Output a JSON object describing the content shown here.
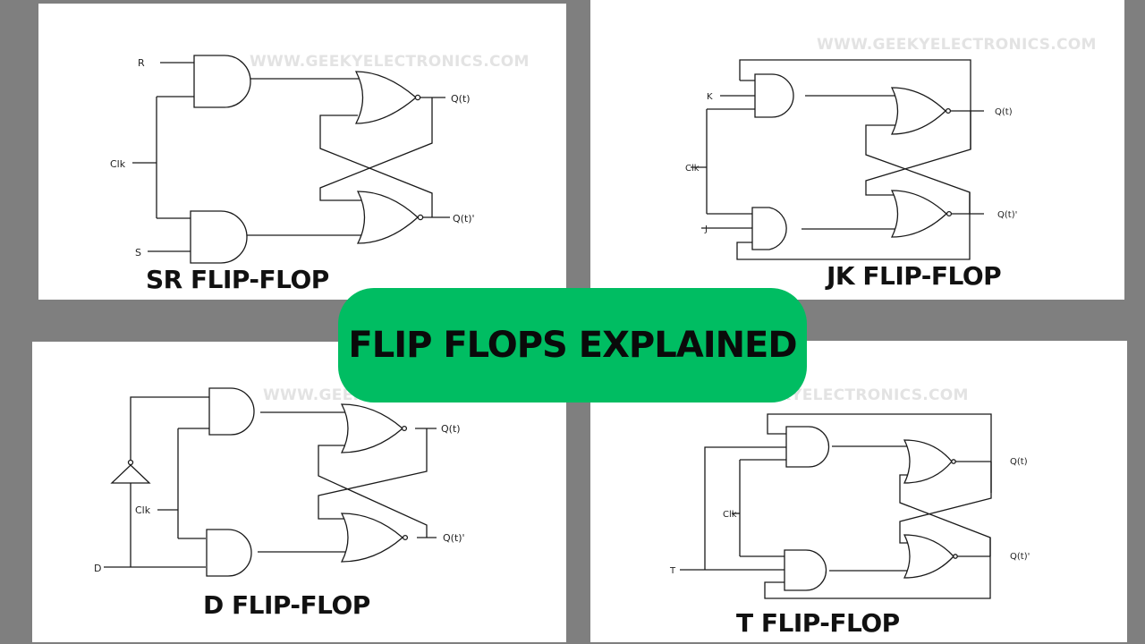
{
  "banner": {
    "title": "FLIP FLOPS EXPLAINED",
    "color": "#00bd62"
  },
  "watermark": "WWW.GEEKYELECTRONICS.COM",
  "panels": {
    "sr": {
      "title": "SR FLIP-FLOP",
      "inputs": {
        "top": "R",
        "clk": "Clk",
        "bottom": "S"
      },
      "outputs": {
        "q": "Q(t)",
        "qbar": "Q(t)'"
      }
    },
    "jk": {
      "title": "JK FLIP-FLOP",
      "inputs": {
        "top": "K",
        "clk": "Clk",
        "bottom": "J"
      },
      "outputs": {
        "q": "Q(t)",
        "qbar": "Q(t)'"
      }
    },
    "d": {
      "title": "D FLIP-FLOP",
      "inputs": {
        "clk": "Clk",
        "bottom": "D"
      },
      "outputs": {
        "q": "Q(t)",
        "qbar": "Q(t)'"
      }
    },
    "t": {
      "title": "T FLIP-FLOP",
      "inputs": {
        "clk": "Clk",
        "bottom": "T"
      },
      "outputs": {
        "q": "Q(t)",
        "qbar": "Q(t)'"
      }
    }
  }
}
